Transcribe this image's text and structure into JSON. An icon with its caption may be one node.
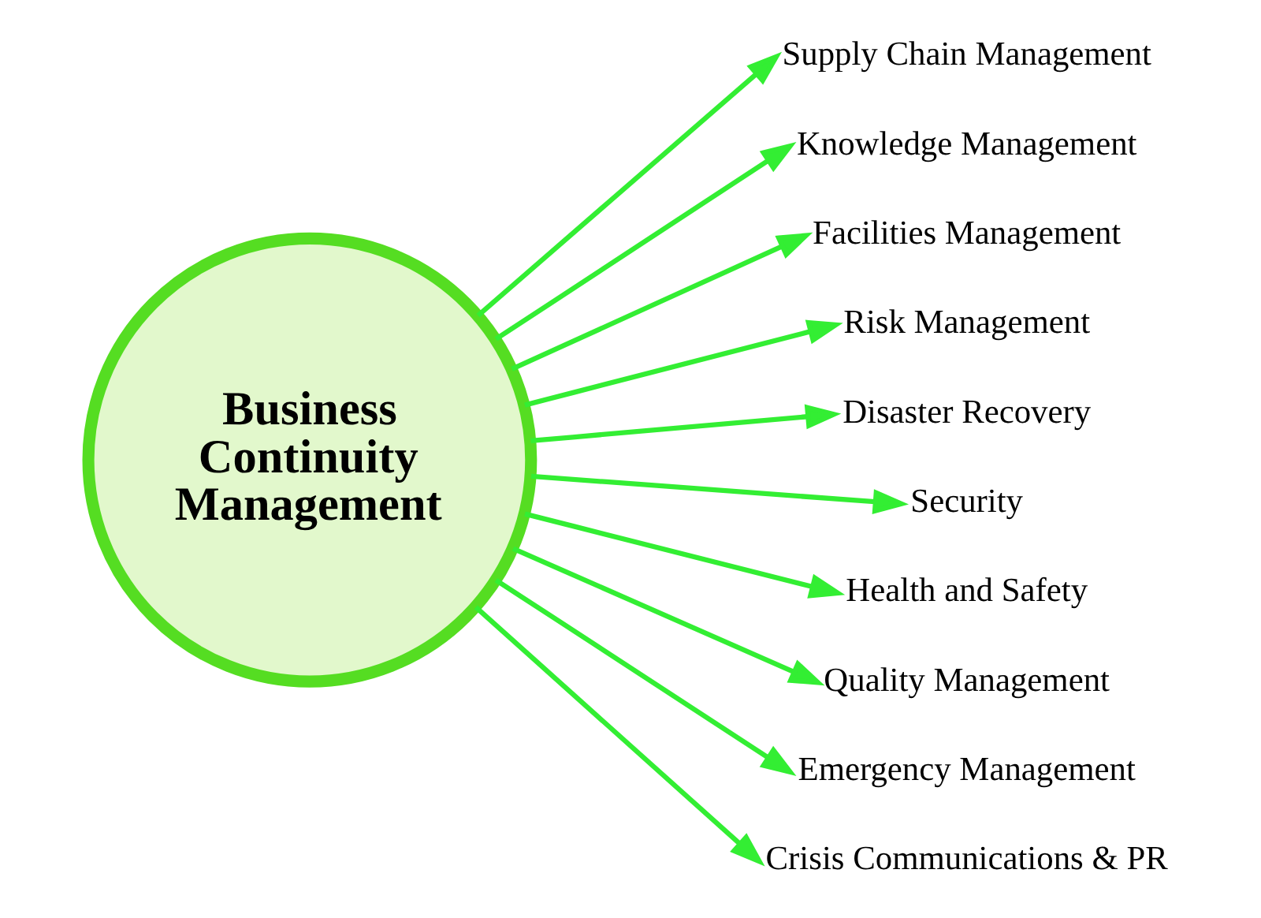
{
  "diagram": {
    "nodes": [
      {
        "text": [
          "Business Continuity Management"
        ]
      },
      {
        "text": [
          "Supply Chain Management"
        ]
      },
      {
        "text": [
          "Knowledge Management"
        ]
      },
      {
        "text": [
          "Facilities Management"
        ]
      },
      {
        "text": [
          "Risk Management"
        ]
      },
      {
        "text": [
          "Disaster Recovery"
        ]
      },
      {
        "text": [
          "Security"
        ]
      },
      {
        "text": [
          "Health and Safety"
        ]
      },
      {
        "text": [
          "Quality Management"
        ]
      },
      {
        "text": [
          "Emergency Management"
        ]
      },
      {
        "text": [
          "Crisis Communications & PR"
        ]
      }
    ],
    "edges": [
      {
        "from": 0,
        "to": 1,
        "arrow": "to"
      },
      {
        "from": 0,
        "to": 2,
        "arrow": "to"
      },
      {
        "from": 0,
        "to": 3,
        "arrow": "to"
      },
      {
        "from": 0,
        "to": 4,
        "arrow": "to"
      },
      {
        "from": 0,
        "to": 5,
        "arrow": "to"
      },
      {
        "from": 0,
        "to": 6,
        "arrow": "to"
      },
      {
        "from": 0,
        "to": 7,
        "arrow": "to"
      },
      {
        "from": 0,
        "to": 8,
        "arrow": "to"
      },
      {
        "from": 0,
        "to": 9,
        "arrow": "to"
      },
      {
        "from": 0,
        "to": 10,
        "arrow": "to"
      }
    ]
  }
}
